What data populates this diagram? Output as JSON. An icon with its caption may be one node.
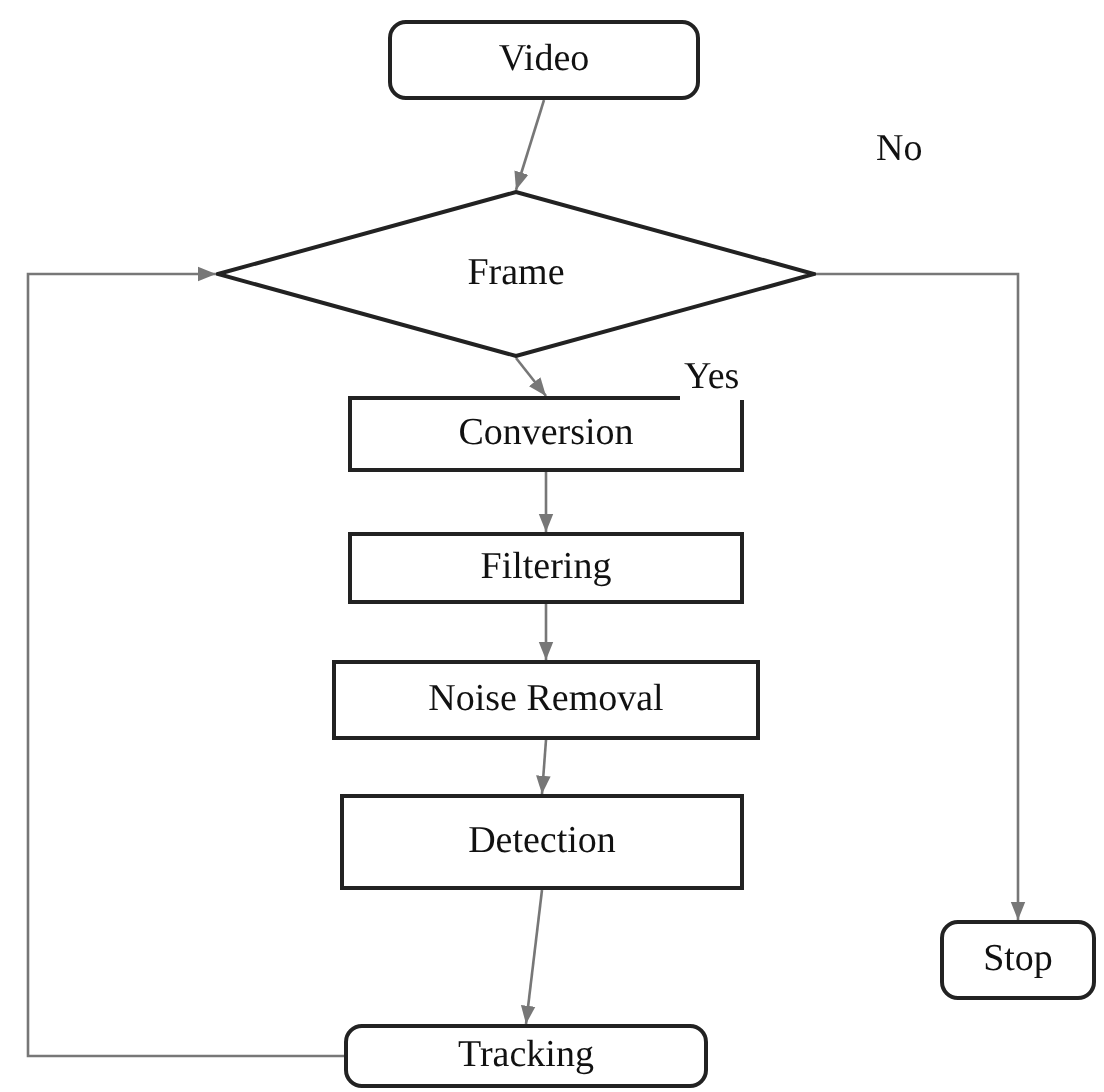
{
  "diagram": {
    "nodes": [
      {
        "text": [
          "Video"
        ]
      },
      {
        "text": [
          "Frame"
        ]
      },
      {
        "text": [
          "Conversion"
        ]
      },
      {
        "text": [
          "Filtering"
        ]
      },
      {
        "text": [
          "Noise Removal"
        ]
      },
      {
        "text": [
          "Detection"
        ]
      },
      {
        "text": [
          "Tracking"
        ]
      },
      {
        "text": [
          "Stop"
        ]
      }
    ],
    "edges": [
      {
        "from": 0,
        "to": 1,
        "arrow": "to"
      },
      {
        "from": 1,
        "to": 2,
        "arrow": "to",
        "label": "Yes"
      },
      {
        "from": 2,
        "to": 3,
        "arrow": "to"
      },
      {
        "from": 3,
        "to": 4,
        "arrow": "to"
      },
      {
        "from": 4,
        "to": 5,
        "arrow": "to"
      },
      {
        "from": 5,
        "to": 6,
        "arrow": "to"
      },
      {
        "from": 6,
        "to": 1,
        "arrow": "to"
      },
      {
        "from": 1,
        "to": 7,
        "arrow": "to",
        "label": "No"
      }
    ]
  }
}
